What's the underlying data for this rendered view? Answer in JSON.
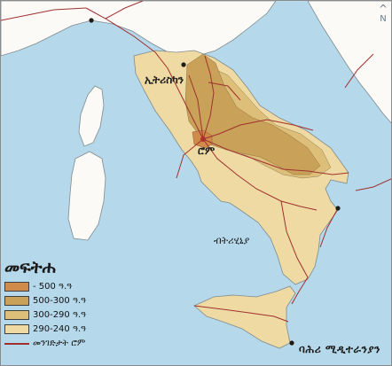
{
  "labels": {
    "etruria": "ኢትሪስካን",
    "rome": "ሮም",
    "bruttium": "ብትሪሂኒያ",
    "sea": "ባሕሪ ሚዲተራንያን"
  },
  "compass": {
    "letter": "N",
    "icon": "north-arrow-icon"
  },
  "legend": {
    "title": "መፍትሐ",
    "items": [
      {
        "label": "- 500 ዓ.ዓ",
        "color": "#d08a4a"
      },
      {
        "label": "500-300 ዓ.ዓ",
        "color": "#c9a159"
      },
      {
        "label": "300-290 ዓ.ዓ",
        "color": "#ddbf79"
      },
      {
        "label": "290-240 ዓ.ዓ",
        "color": "#eedaa2"
      }
    ],
    "road": {
      "label": "መንገድታት ሮም",
      "color": "#a03030"
    }
  },
  "colors": {
    "sea": "#b5d8ea",
    "land": "#fbfaf6",
    "road": "#a03030"
  }
}
